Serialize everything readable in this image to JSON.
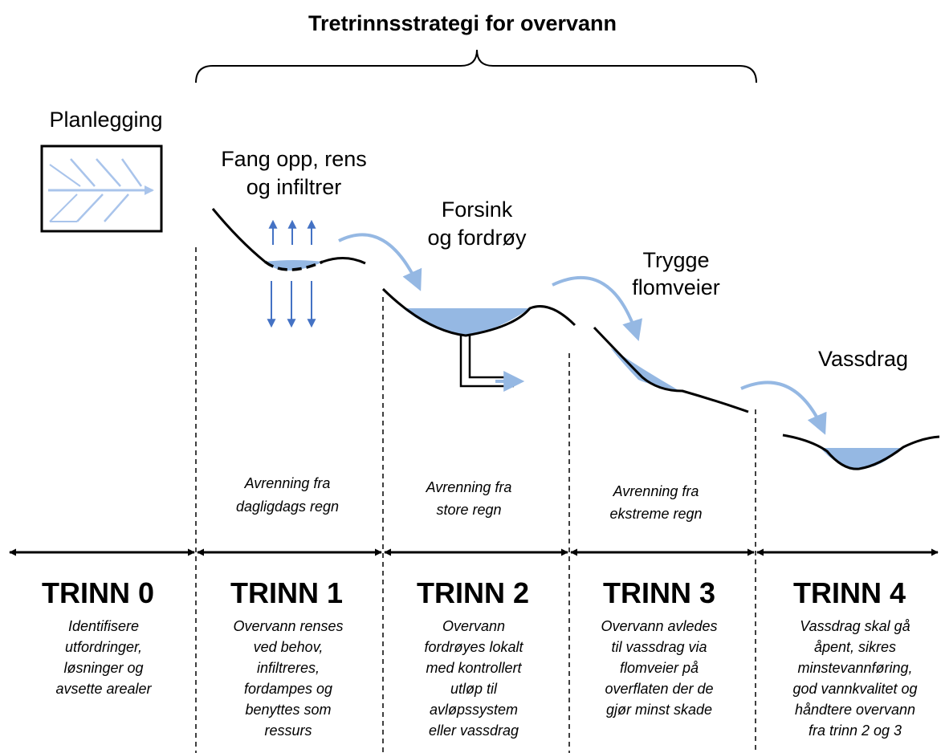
{
  "title": "Tretrinnsstrategi for overvann",
  "planning_label": "Planlegging",
  "colors": {
    "water": "#95B8E3",
    "arrow_light": "#95B8E3",
    "arrow_dark": "#4472C4",
    "fishbone": "#A9C4EB",
    "ink": "#000000"
  },
  "labels": {
    "l1": [
      "Fang opp, rens",
      "og infiltrer"
    ],
    "l2": [
      "Forsink",
      "og fordrøy"
    ],
    "l3": [
      "Trygge",
      "flomveier"
    ],
    "l4": [
      "Vassdrag"
    ]
  },
  "runoff": {
    "r1": [
      "Avrenning fra",
      "dagligdags regn"
    ],
    "r2": [
      "Avrenning fra",
      "store regn"
    ],
    "r3": [
      "Avrenning fra",
      "ekstreme regn"
    ]
  },
  "stages": [
    {
      "name": "TRINN 0",
      "desc": [
        "Identifisere",
        "utfordringer,",
        "løsninger og",
        "avsette arealer"
      ]
    },
    {
      "name": "TRINN 1",
      "desc": [
        "Overvann renses",
        "ved behov,",
        "infiltreres,",
        "fordampes og",
        "benyttes som",
        "ressurs"
      ]
    },
    {
      "name": "TRINN 2",
      "desc": [
        "Overvann",
        "fordrøyes lokalt",
        "med kontrollert",
        "utløp til",
        "avløpssystem",
        "eller vassdrag"
      ]
    },
    {
      "name": "TRINN 3",
      "desc": [
        "Overvann avledes",
        "til vassdrag via",
        "flomveier på",
        "overflaten der de",
        "gjør minst skade"
      ]
    },
    {
      "name": "TRINN 4",
      "desc": [
        "Vassdrag skal gå",
        "åpent, sikres",
        "minstevannføring,",
        "god vannkvalitet og",
        "håndtere overvann",
        "fra trinn 2 og 3"
      ]
    }
  ]
}
